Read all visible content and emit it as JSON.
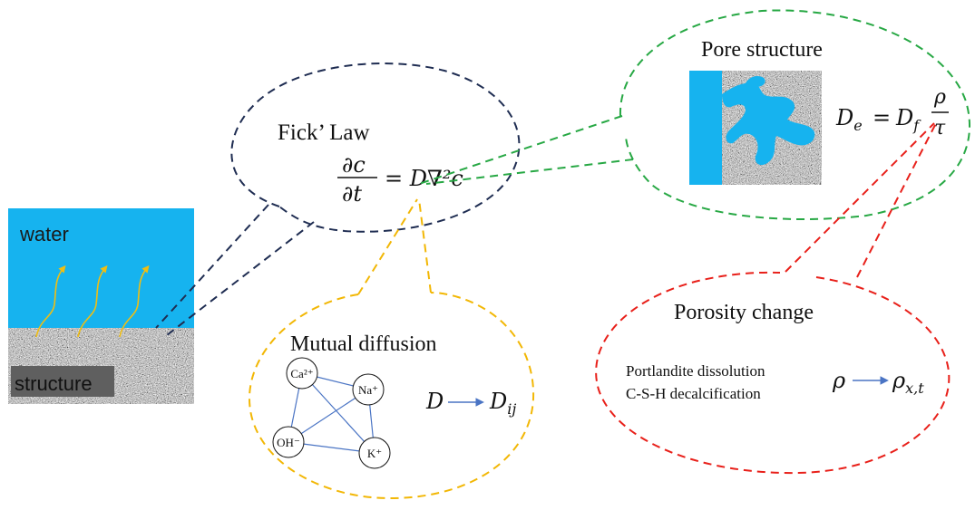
{
  "colors": {
    "water": "#16b3ef",
    "structure_gray": "#9a9a9a",
    "label_box": "#5f5f5f",
    "navy": "#1f2d52",
    "green": "#27a844",
    "yellow": "#f2b705",
    "red": "#e8201a",
    "arrow_yellow": "#f0be12",
    "arrow_blue": "#4a74c4",
    "text": "#111111"
  },
  "left_block": {
    "water_label": "water",
    "structure_label": "structure"
  },
  "fick": {
    "title": "Fick’ Law",
    "num": "∂c",
    "den": "∂t",
    "rhs": "= D∇²c"
  },
  "pore": {
    "title": "Pore structure",
    "lhs_main": "D",
    "lhs_sub": "e",
    "eq": "=",
    "d_main": "D",
    "d_sub": "f",
    "frac_num": "ρ",
    "frac_den": "τ"
  },
  "mutual": {
    "title": "Mutual diffusion",
    "ions": {
      "ca": "Ca²⁺",
      "na": "Na⁺",
      "oh": "OH⁻",
      "k": "K⁺"
    },
    "lhs": "D",
    "rhs_main": "D",
    "rhs_sub": "ij"
  },
  "porosity": {
    "title": "Porosity change",
    "line1": "Portlandite dissolution",
    "line2": "C-S-H decalcification",
    "lhs": "ρ",
    "rhs_main": "ρ",
    "rhs_sub": "x,t"
  }
}
